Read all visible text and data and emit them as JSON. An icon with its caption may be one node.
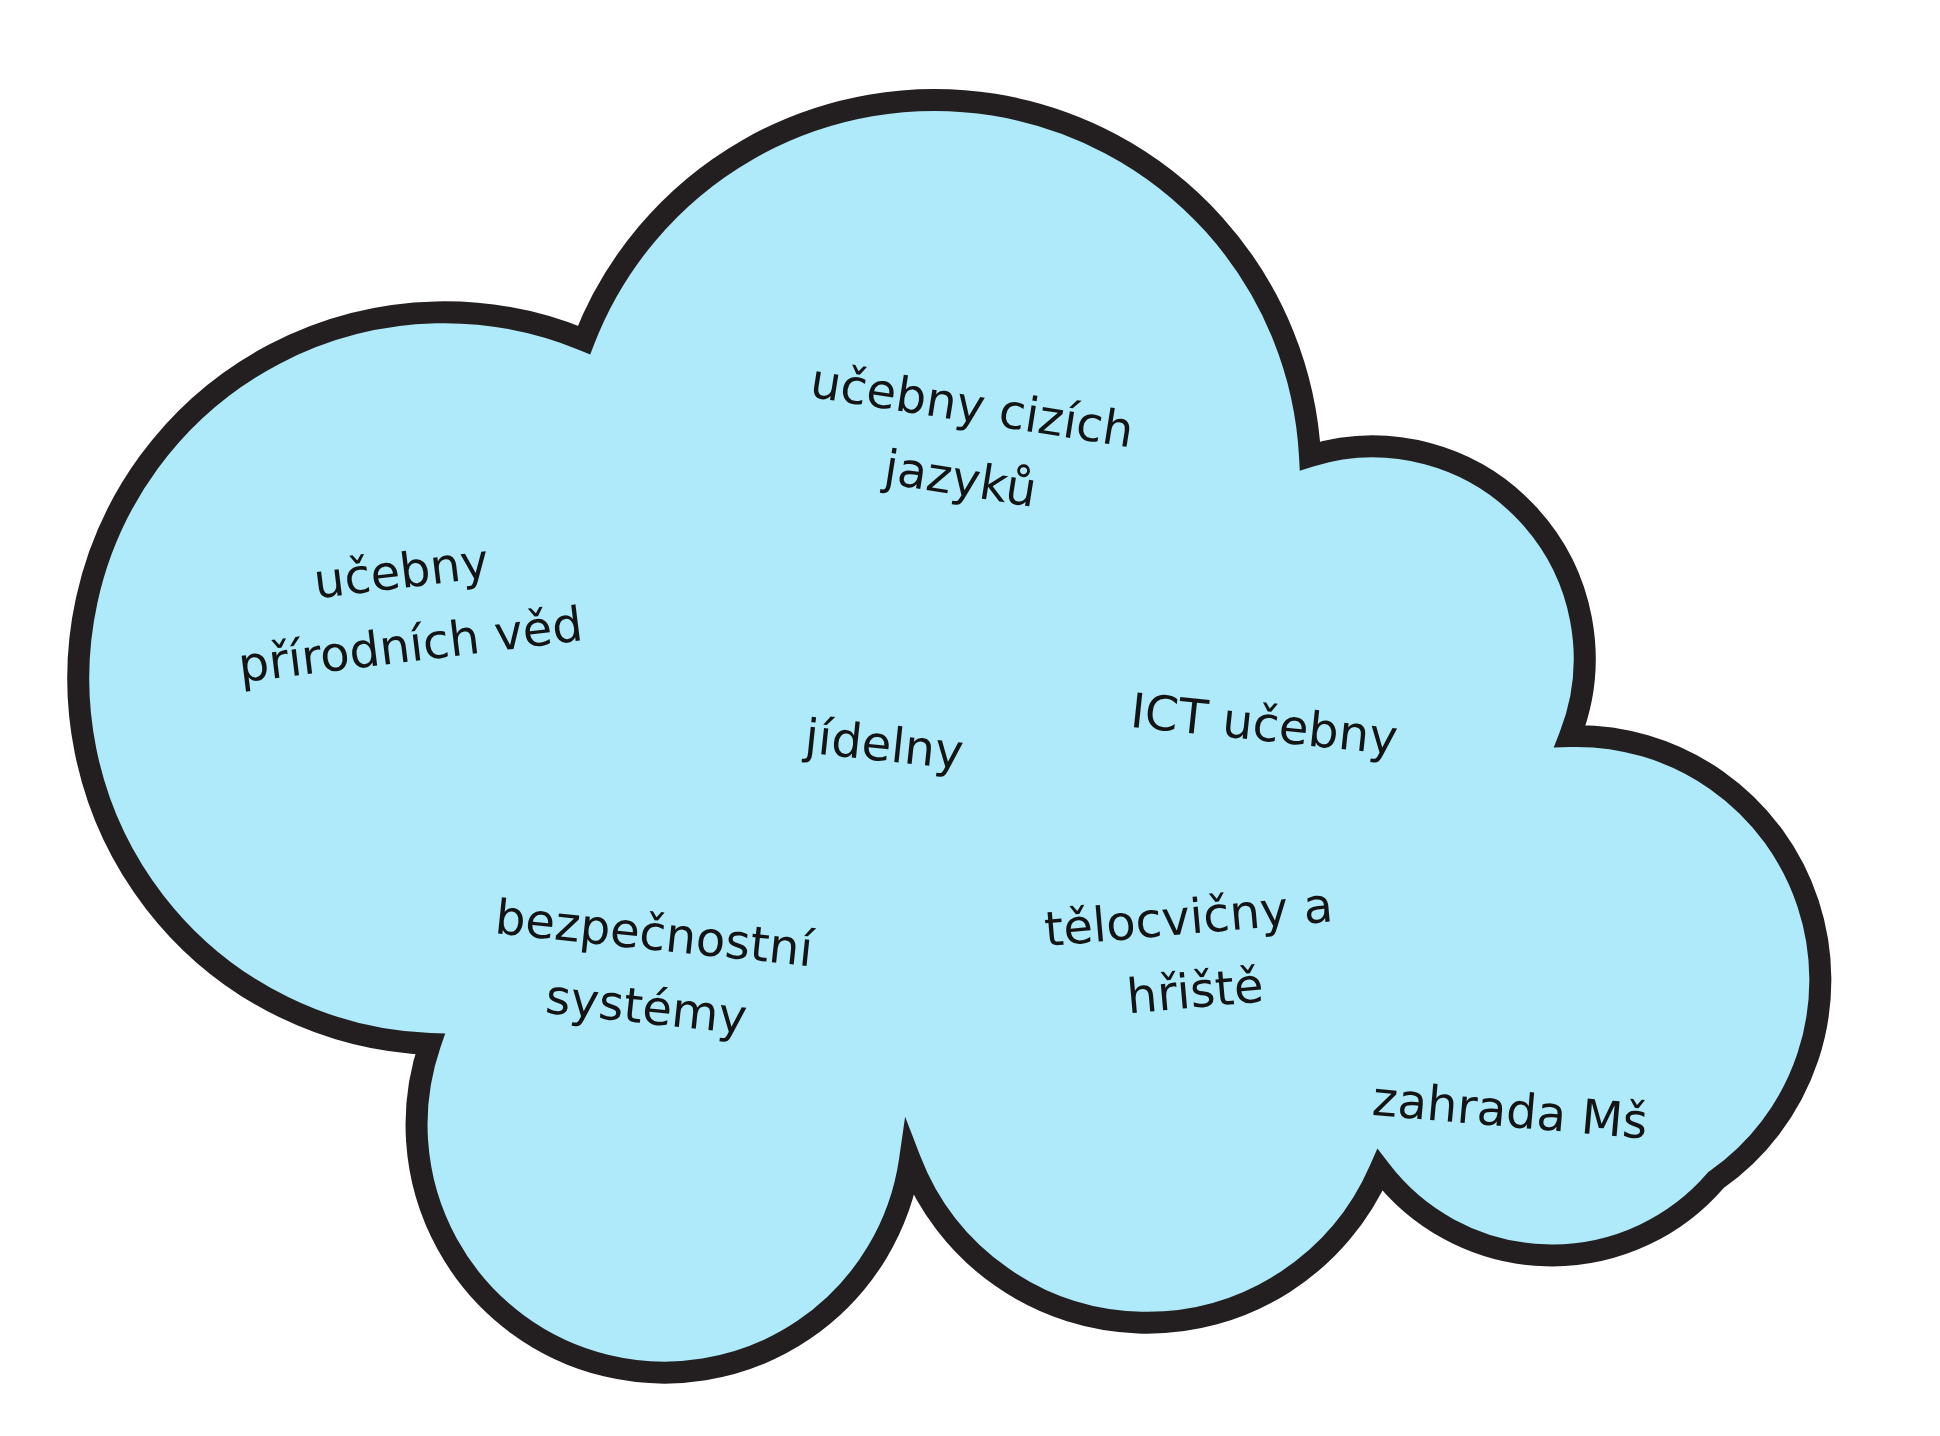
{
  "diagram": {
    "nodes": [
      {
        "text": [
          "učebny přírodních věd",
          "učebny cizích jazyků",
          "jídelny",
          "ICT učebny",
          "bezpečnostní systémy",
          "tělocvičny a hřiště",
          "zahrada Mš"
        ]
      }
    ]
  }
}
